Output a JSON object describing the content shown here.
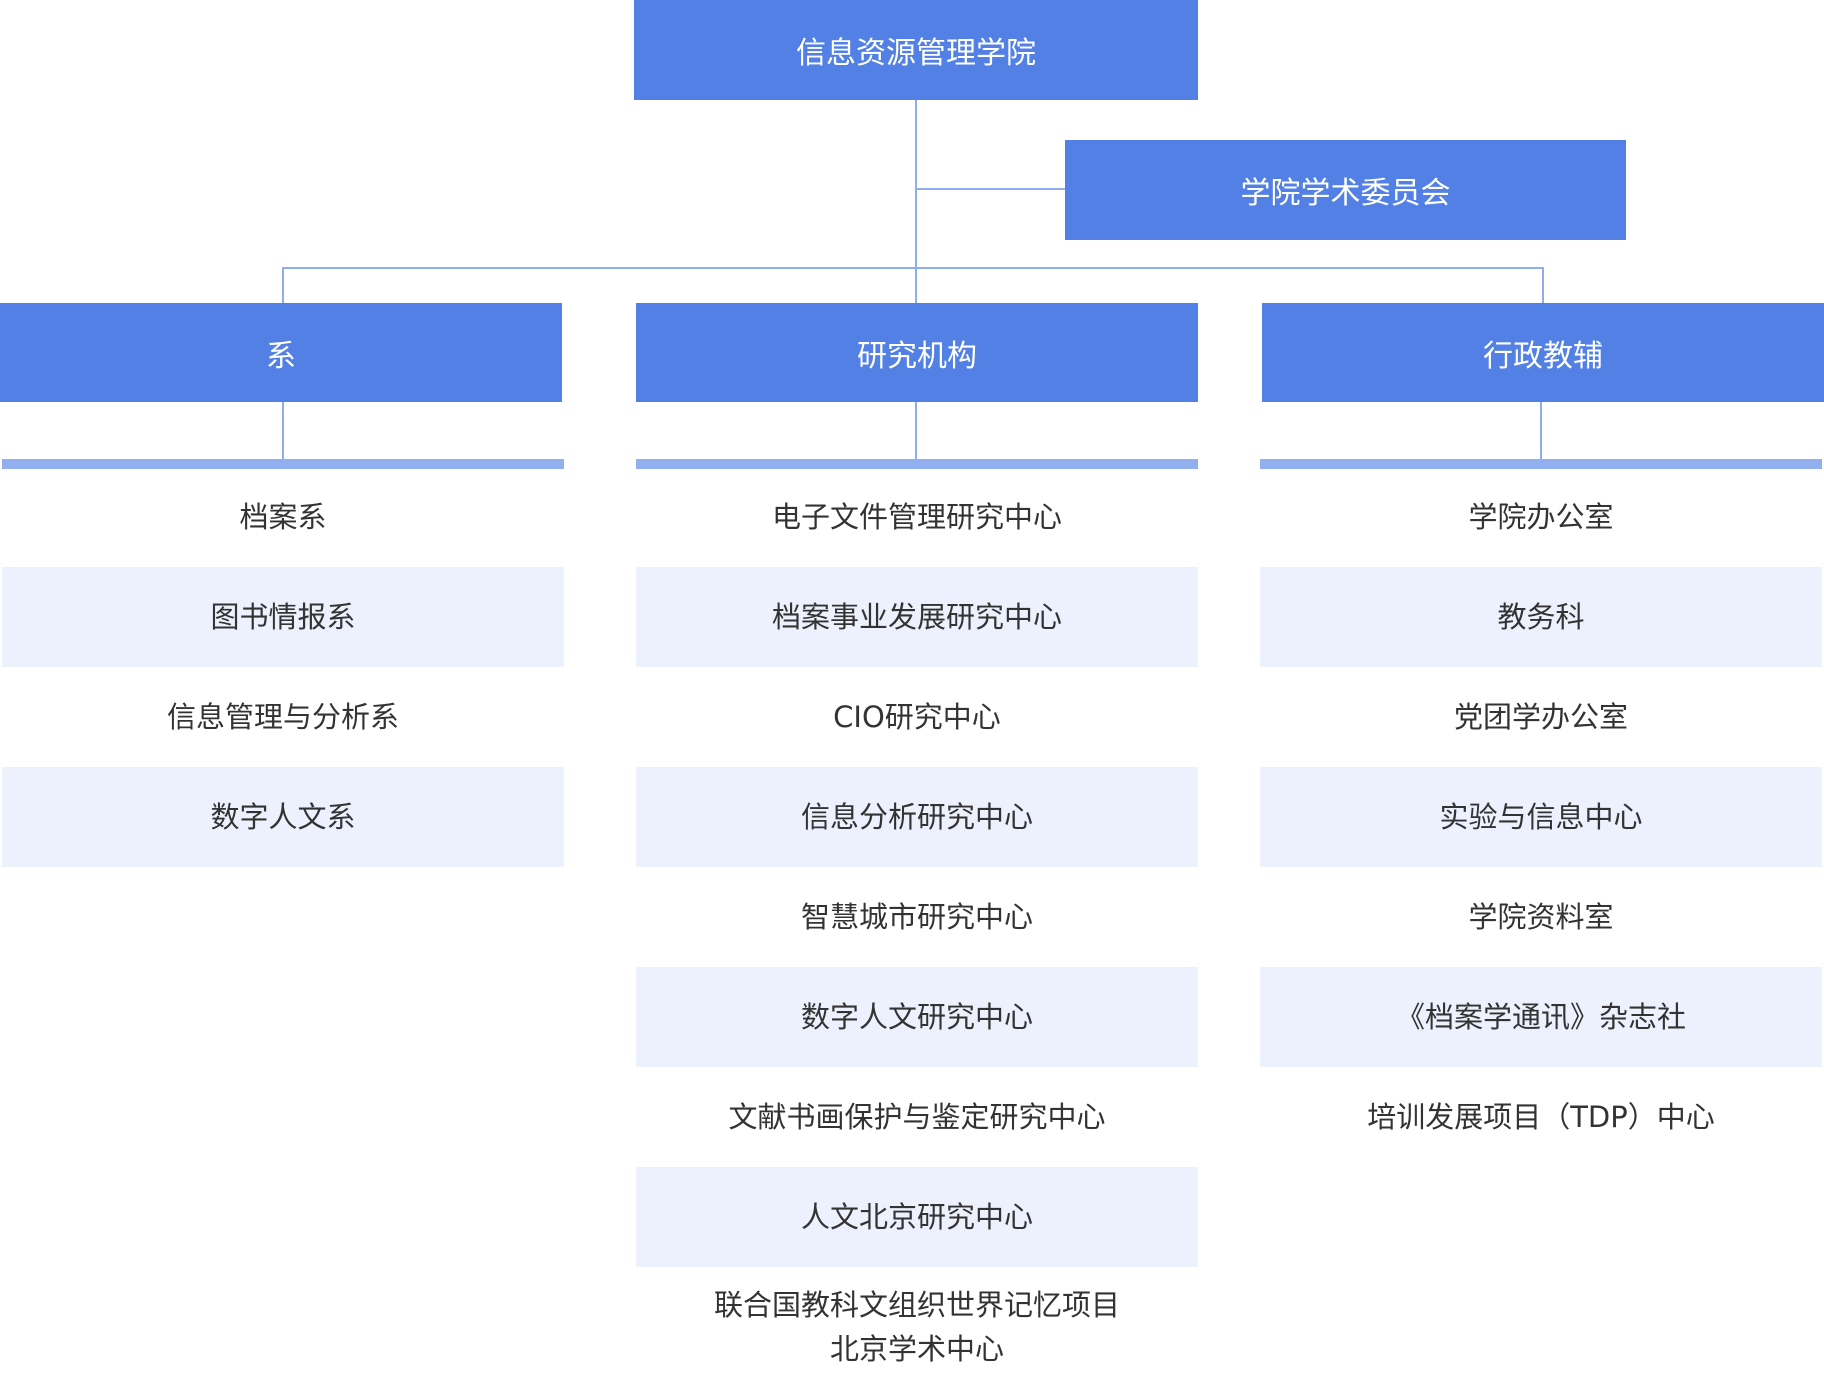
{
  "root": {
    "label": "信息资源管理学院"
  },
  "committee": {
    "label": "学院学术委员会"
  },
  "branches": [
    {
      "label": "系",
      "items": [
        "档案系",
        "图书情报系",
        "信息管理与分析系",
        "数字人文系"
      ]
    },
    {
      "label": "研究机构",
      "items": [
        "电子文件管理研究中心",
        "档案事业发展研究中心",
        "CIO研究中心",
        "信息分析研究中心",
        "智慧城市研究中心",
        "数字人文研究中心",
        "文献书画保护与鉴定研究中心",
        "人文北京研究中心"
      ],
      "last_item": {
        "line1": "联合国教科文组织世界记忆项目",
        "line2": "北京学术中心"
      }
    },
    {
      "label": "行政教辅",
      "items": [
        "学院办公室",
        "教务科",
        "党团学办公室",
        "实验与信息中心",
        "学院资料室",
        "《档案学通讯》杂志社",
        "培训发展项目（TDP）中心"
      ]
    }
  ],
  "colors": {
    "box": "#5280e5",
    "line": "#8fadee",
    "shade": "#ecf1fd",
    "text": "#333333"
  }
}
